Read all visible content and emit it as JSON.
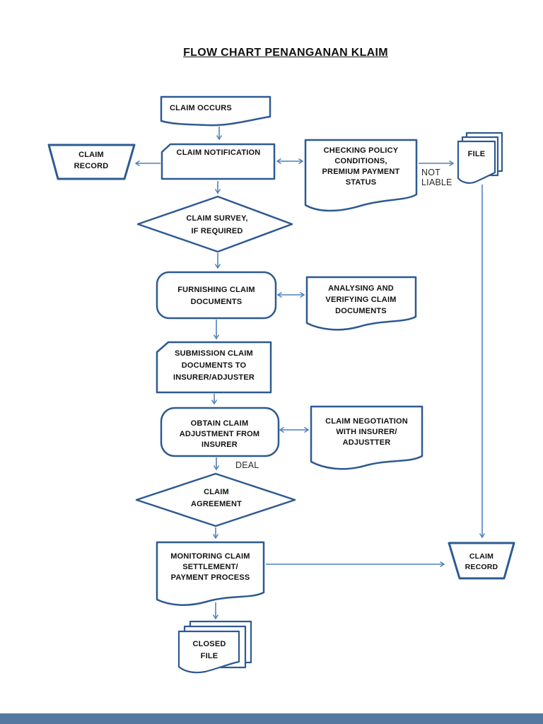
{
  "page": {
    "title": "FLOW CHART PENANGANAN KLAIM"
  },
  "flowchart": {
    "nodes": {
      "claim_occurs": "CLAIM OCCURS",
      "claim_record_left": "CLAIM\nRECORD",
      "claim_notification": "CLAIM NOTIFICATION",
      "checking_policy": "CHECKING POLICY\nCONDITIONS,\nPREMIUM PAYMENT\nSTATUS",
      "file": "FILE",
      "claim_survey": "CLAIM SURVEY,\nIF REQUIRED",
      "furnishing": "FURNISHING CLAIM\nDOCUMENTS",
      "analysing": "ANALYSING AND\nVERIFYING CLAIM\nDOCUMENTS",
      "submission": "SUBMISSION CLAIM\nDOCUMENTS TO\nINSURER/ADJUSTER",
      "obtain": "OBTAIN CLAIM\nADJUSTMENT FROM\nINSURER",
      "negotiation": "CLAIM NEGOTIATION\nWITH INSURER/\nADJUSTTER",
      "claim_agreement": "CLAIM\nAGREEMENT",
      "monitoring": "MONITORING CLAIM\nSETTLEMENT/\nPAYMENT PROCESS",
      "claim_record_right": "CLAIM\nRECORD",
      "closed_file": "CLOSED\nFILE"
    },
    "edge_labels": {
      "not_liable": "NOT\nLIABLE",
      "deal": "DEAL"
    }
  },
  "colors": {
    "page_bg": "#ffffff",
    "shape_border": "#2e5a92",
    "arrow": "#4f81bd",
    "text": "#121212",
    "footer_bar": "#54789f"
  }
}
